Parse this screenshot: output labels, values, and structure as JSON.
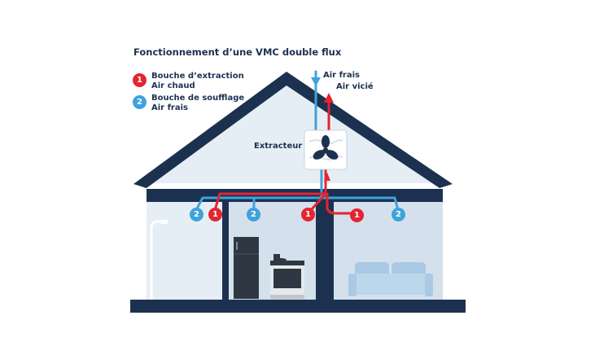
{
  "title": "Fonctionnement d’une VMC double flux",
  "legend": [
    {
      "number": "1",
      "line1": "Bouche d’extraction",
      "line2": "Air chaud",
      "color": "#e5242f"
    },
    {
      "number": "2",
      "line1": "Bouche de soufflage",
      "line2": "Air frais",
      "color": "#3fa2dc"
    }
  ],
  "labels": {
    "air_frais": "Air frais",
    "air_vicie": "Air vicié",
    "extracteur": "Extracteur"
  },
  "markers": [
    {
      "number": "2",
      "type": "soufflage"
    },
    {
      "number": "1",
      "type": "extraction"
    },
    {
      "number": "2",
      "type": "soufflage"
    },
    {
      "number": "1",
      "type": "extraction"
    },
    {
      "number": "1",
      "type": "extraction"
    },
    {
      "number": "2",
      "type": "soufflage"
    }
  ],
  "colors": {
    "navy": "#1c3150",
    "wall": "#d4e1ec",
    "wall_light": "#e6eef5",
    "hot": "#e5242f",
    "cold": "#3fa2dc"
  },
  "icons": [
    "shower-icon",
    "fridge-icon",
    "stove-icon",
    "sofa-icon",
    "fan-icon"
  ]
}
